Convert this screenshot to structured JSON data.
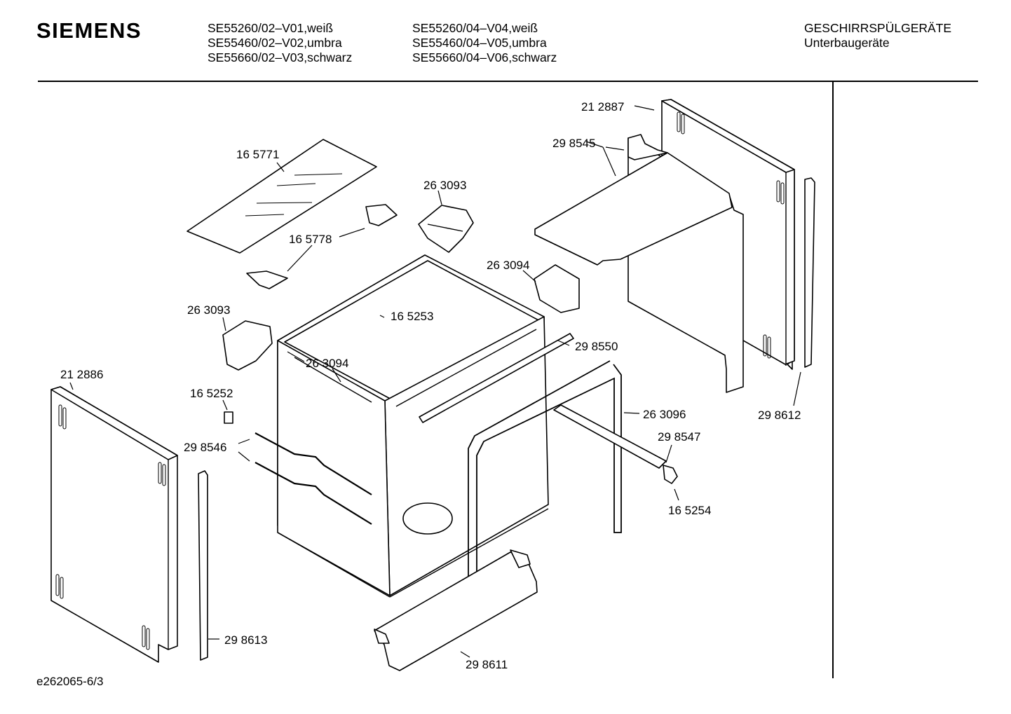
{
  "header": {
    "brand": "SIEMENS",
    "models_left": [
      "SE55260/02–V01,weiß",
      "SE55460/02–V02,umbra",
      "SE55660/02–V03,schwarz"
    ],
    "models_right": [
      "SE55260/04–V04,weiß",
      "SE55460/04–V05,umbra",
      "SE55660/04–V06,schwarz"
    ],
    "category": "GESCHIRRSPÜLGERÄTE",
    "subcategory": "Unterbaugeräte"
  },
  "footer": {
    "drawing_id": "e262065-6/3"
  },
  "parts": [
    {
      "label": "21 2887"
    },
    {
      "label": "29 8545"
    },
    {
      "label": "16 5771"
    },
    {
      "label": "26 3093"
    },
    {
      "label": "16 5778"
    },
    {
      "label": "26 3094"
    },
    {
      "label": "26 3093"
    },
    {
      "label": "16 5253"
    },
    {
      "label": "29 8550"
    },
    {
      "label": "26 3094"
    },
    {
      "label": "21 2886"
    },
    {
      "label": "16 5252"
    },
    {
      "label": "26 3096"
    },
    {
      "label": "29 8546"
    },
    {
      "label": "29 8547"
    },
    {
      "label": "29 8612"
    },
    {
      "label": "16 5254"
    },
    {
      "label": "29 8613"
    },
    {
      "label": "29 8611"
    }
  ]
}
